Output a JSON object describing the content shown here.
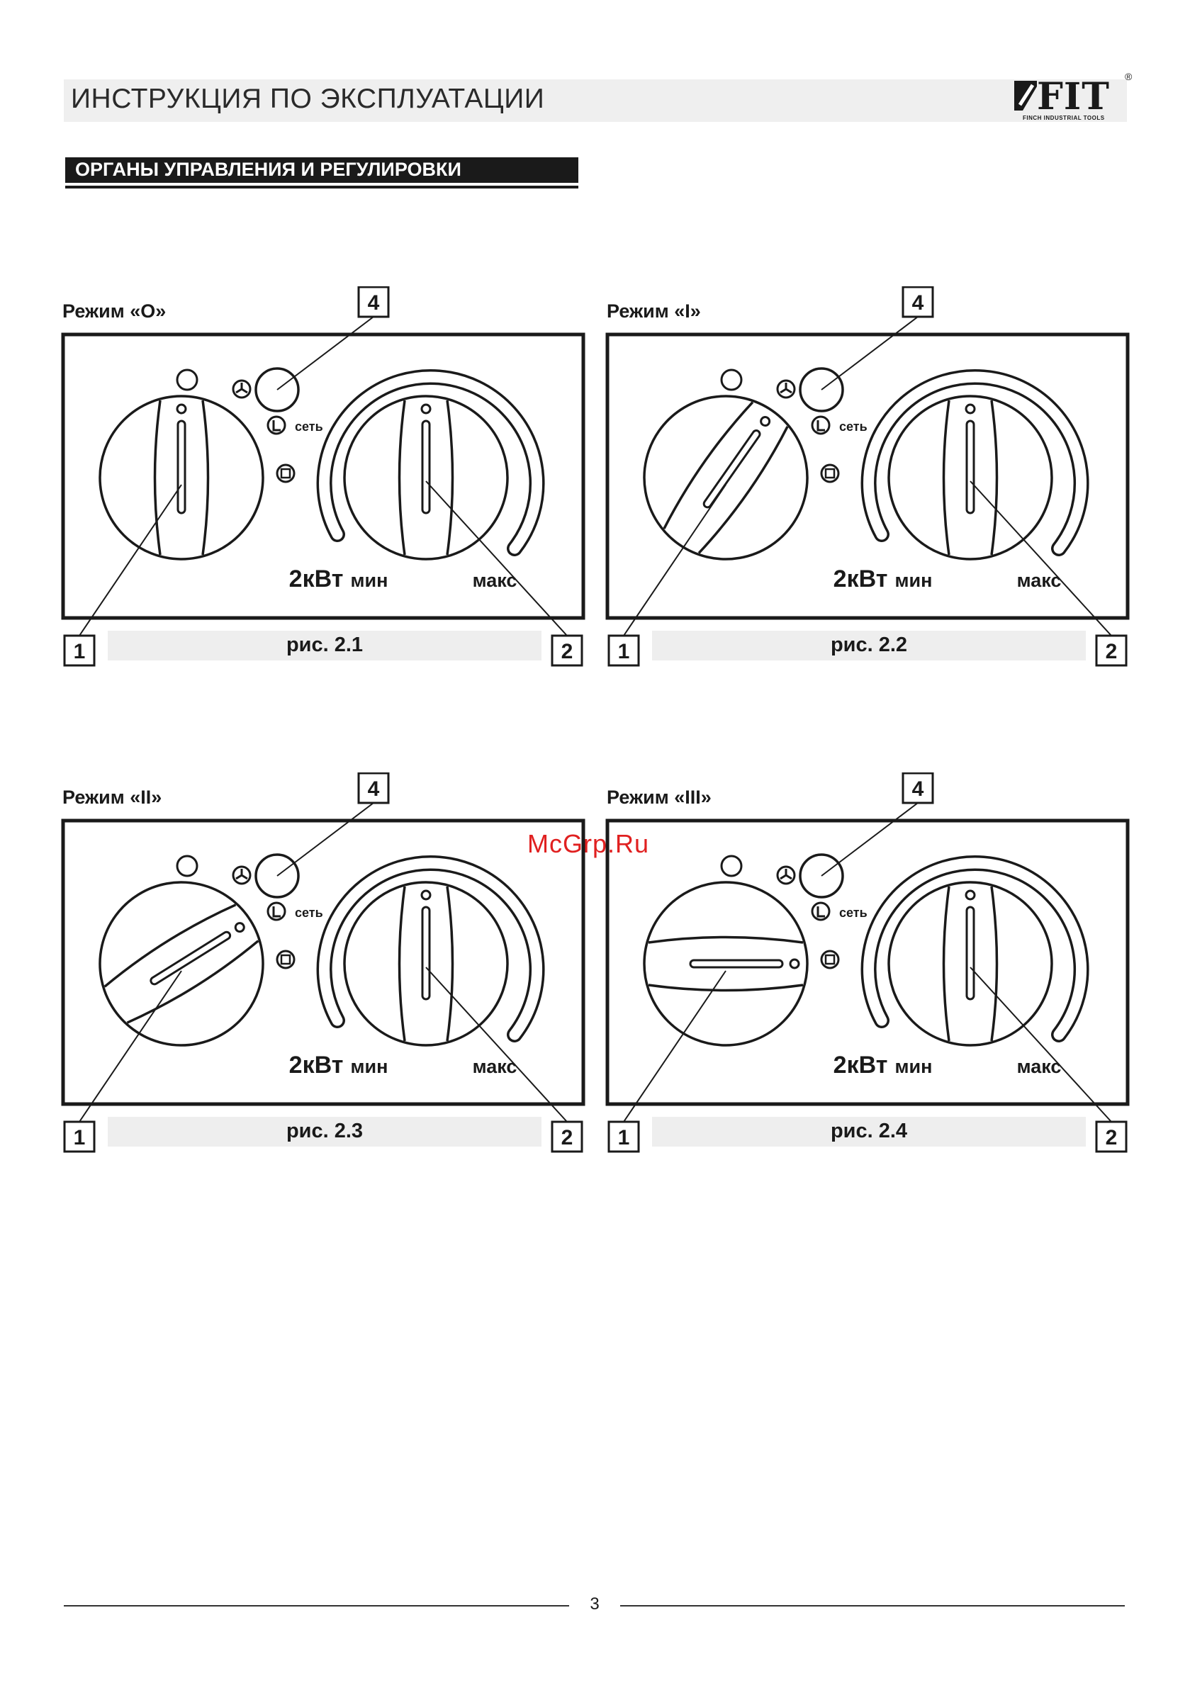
{
  "header": {
    "title": "ИНСТРУКЦИЯ ПО ЭКСПЛУАТАЦИИ"
  },
  "logo": {
    "text": "FIT",
    "subtitle": "FINCH INDUSTRIAL TOOLS",
    "registered": "®"
  },
  "section": {
    "title": "ОРГАНЫ УПРАВЛЕНИЯ И РЕГУЛИРОВКИ"
  },
  "figures": [
    {
      "mode": "Режим «О»",
      "caption": "рис. 2.1",
      "callouts": [
        "1",
        "2",
        "4"
      ],
      "power": "2кВт",
      "min_label": "мин",
      "max_label": "макс",
      "mains_label": "сеть",
      "selector_angle_deg": 0
    },
    {
      "mode": "Режим «I»",
      "caption": "рис. 2.2",
      "callouts": [
        "1",
        "2",
        "4"
      ],
      "power": "2кВт",
      "min_label": "мин",
      "max_label": "макс",
      "mains_label": "сеть",
      "selector_angle_deg": 35
    },
    {
      "mode": "Режим «II»",
      "caption": "рис. 2.3",
      "callouts": [
        "1",
        "2",
        "4"
      ],
      "power": "2кВт",
      "min_label": "мин",
      "max_label": "макс",
      "mains_label": "сеть",
      "selector_angle_deg": 58
    },
    {
      "mode": "Режим «III»",
      "caption": "рис. 2.4",
      "callouts": [
        "1",
        "2",
        "4"
      ],
      "power": "2кВт",
      "min_label": "мин",
      "max_label": "макс",
      "mains_label": "сеть",
      "selector_angle_deg": 90
    }
  ],
  "watermark": "McGrp.Ru",
  "footer": {
    "page_number": "3"
  }
}
